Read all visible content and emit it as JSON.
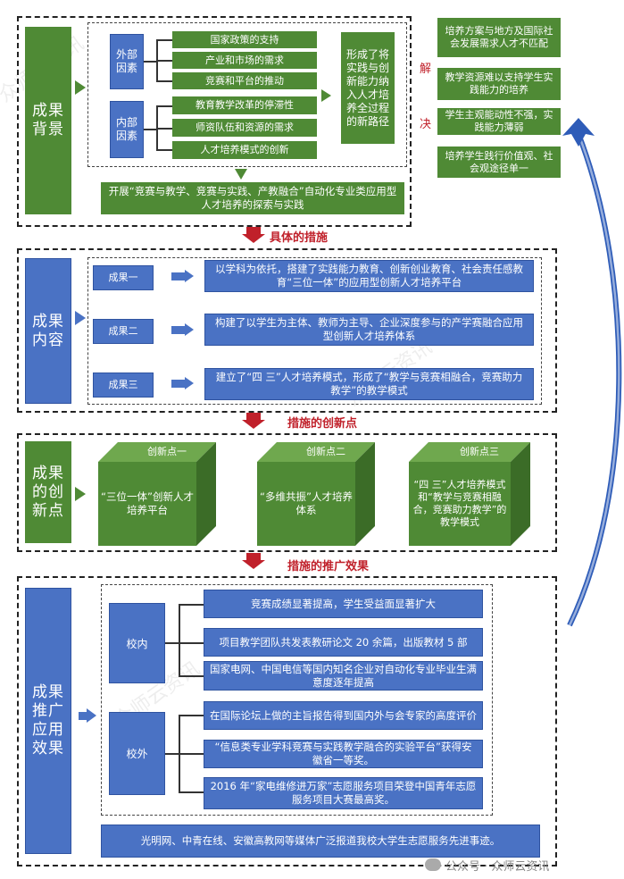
{
  "section1": {
    "title": "成果背景",
    "external_label": "外部因素",
    "external_items": [
      "国家政策的支持",
      "产业和市场的需求",
      "竞赛和平台的推动"
    ],
    "internal_label": "内部因素",
    "internal_items": [
      "教育教学改革的停滞性",
      "师资队伍和资源的需求",
      "人才培养模式的创新"
    ],
    "result": "形成了将实践与创新能力纳入人才培养全过程的新路径",
    "bottom": "开展“竞赛与教学、竞赛与实践、产教融合”自动化专业类应用型人才培养的探索与实践"
  },
  "solve_label": [
    "解",
    "决"
  ],
  "problems": [
    "培养方案与地方及国际社会发展需求人才不匹配",
    "教学资源难以支持学生实践能力的培养",
    "学生主观能动性不强，实践能力薄弱",
    "培养学生践行价值观、社会观途径单一"
  ],
  "arrow_labels": {
    "a1": "具体的措施",
    "a2": "措施的创新点",
    "a3": "措施的推广效果"
  },
  "section2": {
    "title": "成果内容",
    "rows": [
      {
        "label": "成果一",
        "text": "以学科为依托，搭建了实践能力教育、创新创业教育、社会责任感教育“三位一体”的应用型创新人才培养平台"
      },
      {
        "label": "成果二",
        "text": "构建了以学生为主体、教师为主导、企业深度参与的产学赛融合应用型创新人才培养体系"
      },
      {
        "label": "成果三",
        "text": "建立了“四 三”人才培养模式，形成了“教学与竞赛相融合，竞赛助力教学”的教学模式"
      }
    ]
  },
  "section3": {
    "title": "成果的创新点",
    "cubes": [
      {
        "top": "创新点一",
        "text": "“三位一体”创新人才培养平台"
      },
      {
        "top": "创新点二",
        "text": "“多维共振”人才培养体系"
      },
      {
        "top": "创新点三",
        "text": "“四 三”人才培养模式和“教学与竞赛相融合，竞赛助力教学”的教学模式"
      }
    ]
  },
  "section4": {
    "title": "成果推广应用效果",
    "inner_label": "校内",
    "inner_items": [
      "竞赛成绩显著提高，学生受益面显著扩大",
      "项目教学团队共发表教研论文 20 余篇，出版教材 5 部",
      "国家电网、中国电信等国内知名企业对自动化专业毕业生满意度逐年提高"
    ],
    "outer_label": "校外",
    "outer_items": [
      "在国际论坛上做的主旨报告得到国内外与会专家的高度评价",
      "“信息类专业学科竞赛与实践教学融合的实验平台”获得安徽省一等奖。",
      "2016 年“家电维修进万家”志愿服务项目荣登中国青年志愿服务项目大赛最高奖。"
    ],
    "bottom": "光明网、中青在线、安徽高教网等媒体广泛报道我校大学生志愿服务先进事迹。"
  },
  "watermark": "公众号 · 众师云资讯",
  "colors": {
    "green": "#4f8a35",
    "blue": "#4a72c4",
    "red": "#c0202a"
  }
}
